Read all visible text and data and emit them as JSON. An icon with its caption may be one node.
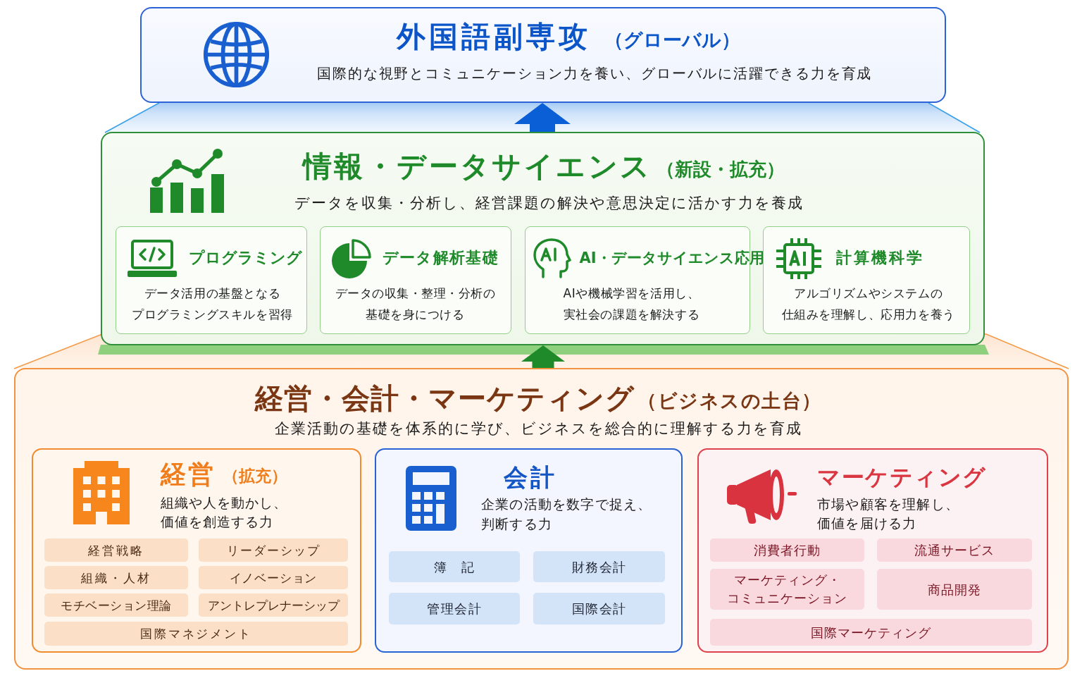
{
  "diagram": {
    "nodes": [
      {
        "text": [
          "外国語副専攻",
          "（グローバル）",
          "国際的な視野とコミュニケーション力を養い、グローバルに活躍できる力を育成"
        ]
      },
      {
        "text": [
          "情報・データサイエンス",
          "（新設・拡充）",
          "データを収集・分析し、経営課題の解決や意思決定に活かす力を養成"
        ]
      },
      {
        "text": [
          "プログラミング",
          "データ活用の基盤となるプログラミングスキルを習得"
        ],
        "in": 1
      },
      {
        "text": [
          "データ解析基礎",
          "データの収集・整理・分析の基礎を身につける"
        ],
        "in": 1
      },
      {
        "text": [
          "AI・データサイエンス応用",
          "AIや機械学習を活用し、実社会の課題を解決する"
        ],
        "in": 1
      },
      {
        "text": [
          "計算機科学",
          "アルゴリズムやシステムの仕組みを理解し、応用力を養う"
        ],
        "in": 1
      },
      {
        "text": [
          "経営・会計・マーケティング",
          "（ビジネスの土台）",
          "企業活動の基礎を体系的に学び、ビジネスを総合的に理解する力を育成"
        ]
      },
      {
        "text": [
          "経営",
          "（拡充）",
          "組織や人を動かし、価値を創造する力"
        ],
        "in": 6
      },
      {
        "text": [
          "経営戦略"
        ],
        "in": 7
      },
      {
        "text": [
          "リーダーシップ"
        ],
        "in": 7
      },
      {
        "text": [
          "組織・人材"
        ],
        "in": 7
      },
      {
        "text": [
          "イノベーション"
        ],
        "in": 7
      },
      {
        "text": [
          "モチベーション理論"
        ],
        "in": 7
      },
      {
        "text": [
          "アントレプレナーシップ"
        ],
        "in": 7
      },
      {
        "text": [
          "国際マネジメント"
        ],
        "in": 7
      },
      {
        "text": [
          "会計",
          "企業の活動を数字で捉え、判断する力"
        ],
        "in": 6
      },
      {
        "text": [
          "簿　記"
        ],
        "in": 15
      },
      {
        "text": [
          "財務会計"
        ],
        "in": 15
      },
      {
        "text": [
          "管理会計"
        ],
        "in": 15
      },
      {
        "text": [
          "国際会計"
        ],
        "in": 15
      },
      {
        "text": [
          "マーケティング",
          "市場や顧客を理解し、価値を届ける力"
        ],
        "in": 6
      },
      {
        "text": [
          "消費者行動"
        ],
        "in": 20
      },
      {
        "text": [
          "流通サービス"
        ],
        "in": 20
      },
      {
        "text": [
          "マーケティング・コミュニケーション"
        ],
        "in": 20
      },
      {
        "text": [
          "商品開発"
        ],
        "in": 20
      },
      {
        "text": [
          "国際マーケティング"
        ],
        "in": 20
      }
    ],
    "edges": [
      {
        "from": 1,
        "to": 0,
        "arrow": "to",
        "color": "#0b5fd6"
      },
      {
        "from": 6,
        "to": 1,
        "arrow": "to",
        "color": "#1e8a2a"
      }
    ]
  }
}
